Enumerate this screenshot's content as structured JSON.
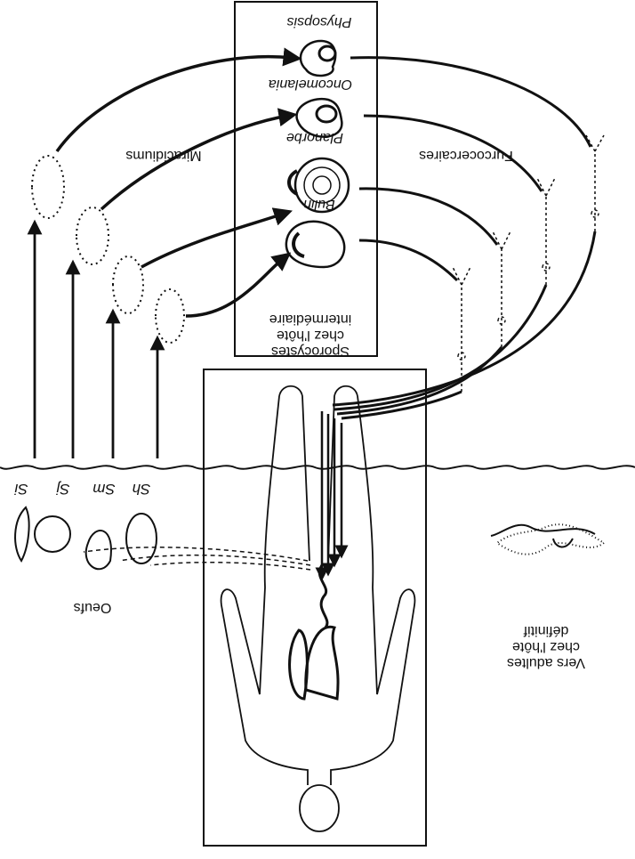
{
  "labels": {
    "physopsis": "Physopsis",
    "oncomelania": "Oncomelania",
    "planorbe": "Planorbe",
    "bulin": "Bulin",
    "sporocysts_line1": "Sporocystes",
    "sporocysts_line2": "chez l'hôte",
    "sporocysts_line3": "intermédiaire",
    "miracidiums": "Miracidiums",
    "furcocercaires": "Furcocercaires",
    "oeufs": "Oeufs",
    "adults_line1": "Vers adultes",
    "adults_line2": "chez l'hôte",
    "adults_line3": "définitif",
    "species_sh": "Sh",
    "species_sm": "Sm",
    "species_sj": "Sj",
    "species_si": "Si"
  },
  "colors": {
    "ink": "#111111",
    "paper": "#ffffff"
  }
}
